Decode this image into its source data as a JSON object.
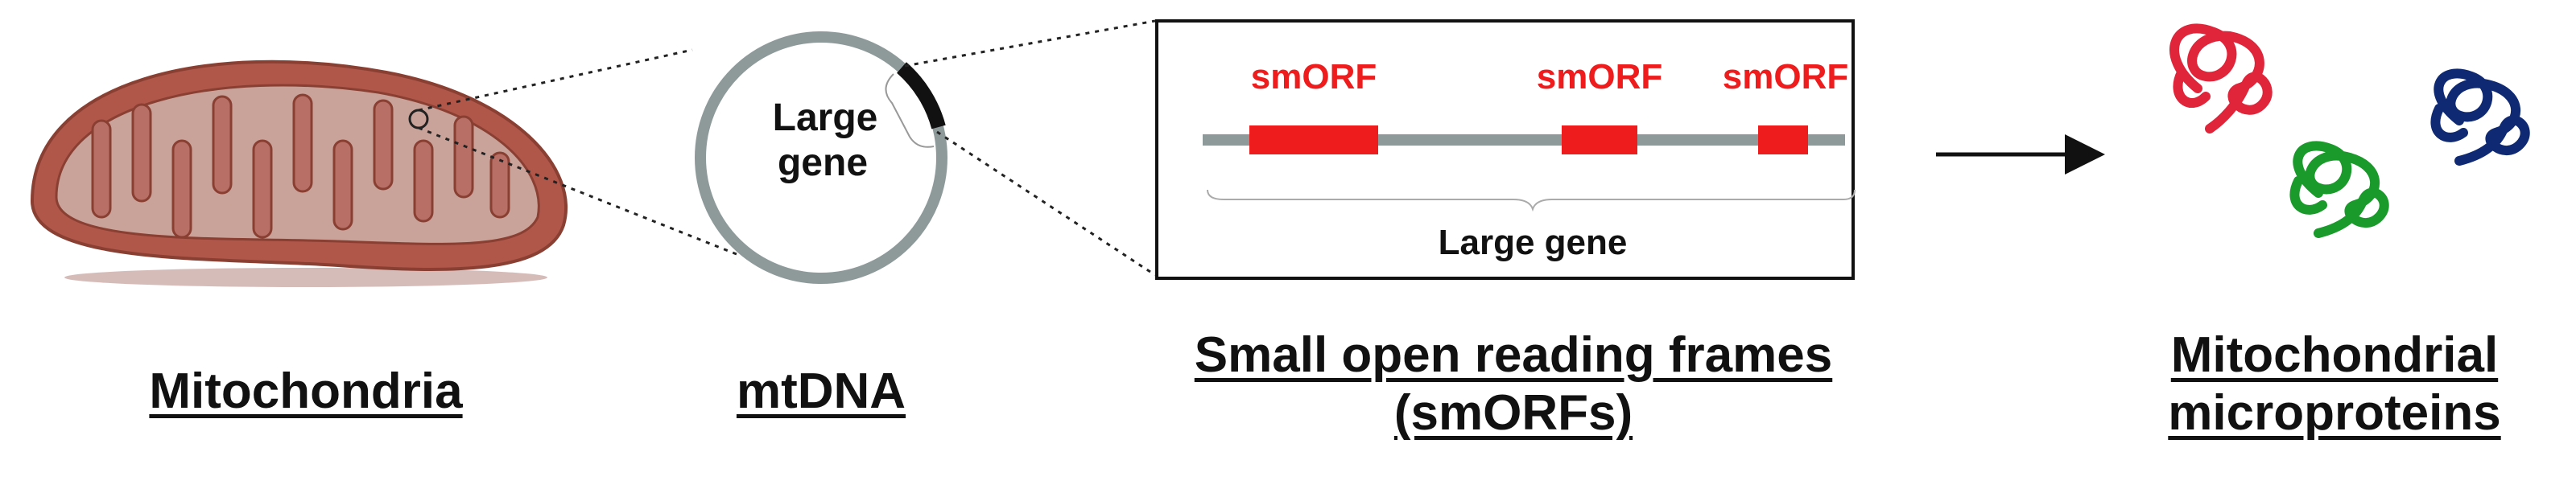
{
  "mito": {
    "caption": "Mitochondria"
  },
  "mtdna": {
    "caption": "mtDNA",
    "circle_label_line1": "Large",
    "circle_label_line2": "gene"
  },
  "smorf_box": {
    "labels": [
      "smORF",
      "smORF",
      "smORF"
    ],
    "gene_label": "Large gene",
    "caption_line1": "Small open reading frames",
    "caption_line2": "(smORFs)"
  },
  "micro": {
    "caption_line1": "Mitochondrial",
    "caption_line2": "microproteins"
  },
  "colors": {
    "mito_outer": "#b0574a",
    "mito_inner": "#c9a39a",
    "circle": "#8e9a9a",
    "gene_segment": "#111111",
    "smorf": "#ee1c1c",
    "gene_line": "#8e9a9a",
    "protein_red": "#e0243a",
    "protein_green": "#1a9a2a",
    "protein_blue": "#0f2a72"
  }
}
